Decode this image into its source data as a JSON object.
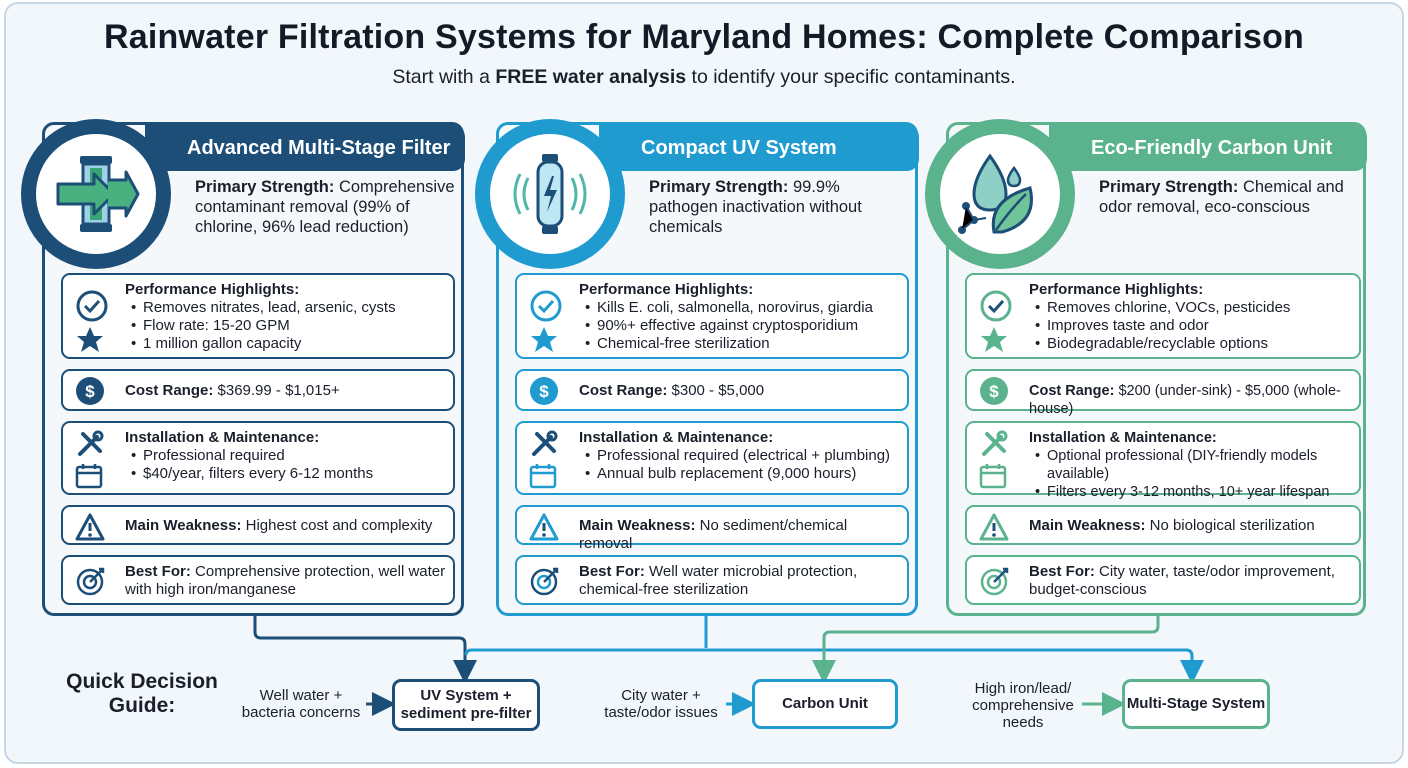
{
  "title": "Rainwater Filtration Systems for Maryland Homes: Complete Comparison",
  "subtitle": {
    "before": "Start with a ",
    "bold": "FREE water analysis",
    "after": " to identify your specific contaminants."
  },
  "colors": {
    "multistage": "#1d4e78",
    "uv": "#1f9bd0",
    "carbon": "#5bb38e"
  },
  "labels": {
    "primary_strength": "Primary Strength:",
    "performance": "Performance Highlights:",
    "cost": "Cost Range:",
    "install": "Installation & Maintenance:",
    "weakness": "Main Weakness:",
    "best_for": "Best For:"
  },
  "cards": [
    {
      "name": "Advanced Multi-Stage Filter",
      "icon": "filter-arrow-icon",
      "strength": "Comprehensive contaminant removal (99% of chlorine, 96% lead reduction)",
      "performance": [
        "Removes nitrates, lead, arsenic, cysts",
        "Flow rate: 15-20 GPM",
        "1 million gallon capacity"
      ],
      "cost": "$369.99 - $1,015+",
      "install": [
        "Professional required",
        "$40/year, filters every 6-12 months"
      ],
      "weakness": "Highest cost and complexity",
      "best_for": "Comprehensive protection, well water with high iron/manganese"
    },
    {
      "name": "Compact UV System",
      "icon": "uv-lamp-icon",
      "strength": "99.9% pathogen inactivation without chemicals",
      "performance": [
        "Kills E. coli, salmonella, norovirus, giardia",
        "90%+ effective against cryptosporidium",
        "Chemical-free sterilization"
      ],
      "cost": "$300 - $5,000",
      "install": [
        "Professional required (electrical + plumbing)",
        "Annual bulb replacement (9,000 hours)"
      ],
      "weakness": "No sediment/chemical removal",
      "best_for": "Well water microbial protection, chemical-free sterilization"
    },
    {
      "name": "Eco-Friendly Carbon Unit",
      "icon": "water-drop-leaf-icon",
      "strength": "Chemical and odor removal, eco-conscious",
      "performance": [
        "Removes chlorine, VOCs, pesticides",
        "Improves taste and odor",
        "Biodegradable/recyclable options"
      ],
      "cost": "$200 (under-sink) - $5,000 (whole-house)",
      "install": [
        "Optional professional (DIY-friendly models available)",
        "Filters every 3-12 months, 10+ year lifespan"
      ],
      "weakness": "No biological sterilization",
      "best_for": "City water, taste/odor improvement, budget-conscious"
    }
  ],
  "quick_guide": {
    "title": "Quick Decision Guide:",
    "items": [
      {
        "condition": "Well water + bacteria concerns",
        "result": "UV System + sediment pre-filter"
      },
      {
        "condition": "City water + taste/odor issues",
        "result": "Carbon Unit"
      },
      {
        "condition": "High iron/lead/ comprehensive needs",
        "result": "Multi-Stage System"
      }
    ]
  }
}
